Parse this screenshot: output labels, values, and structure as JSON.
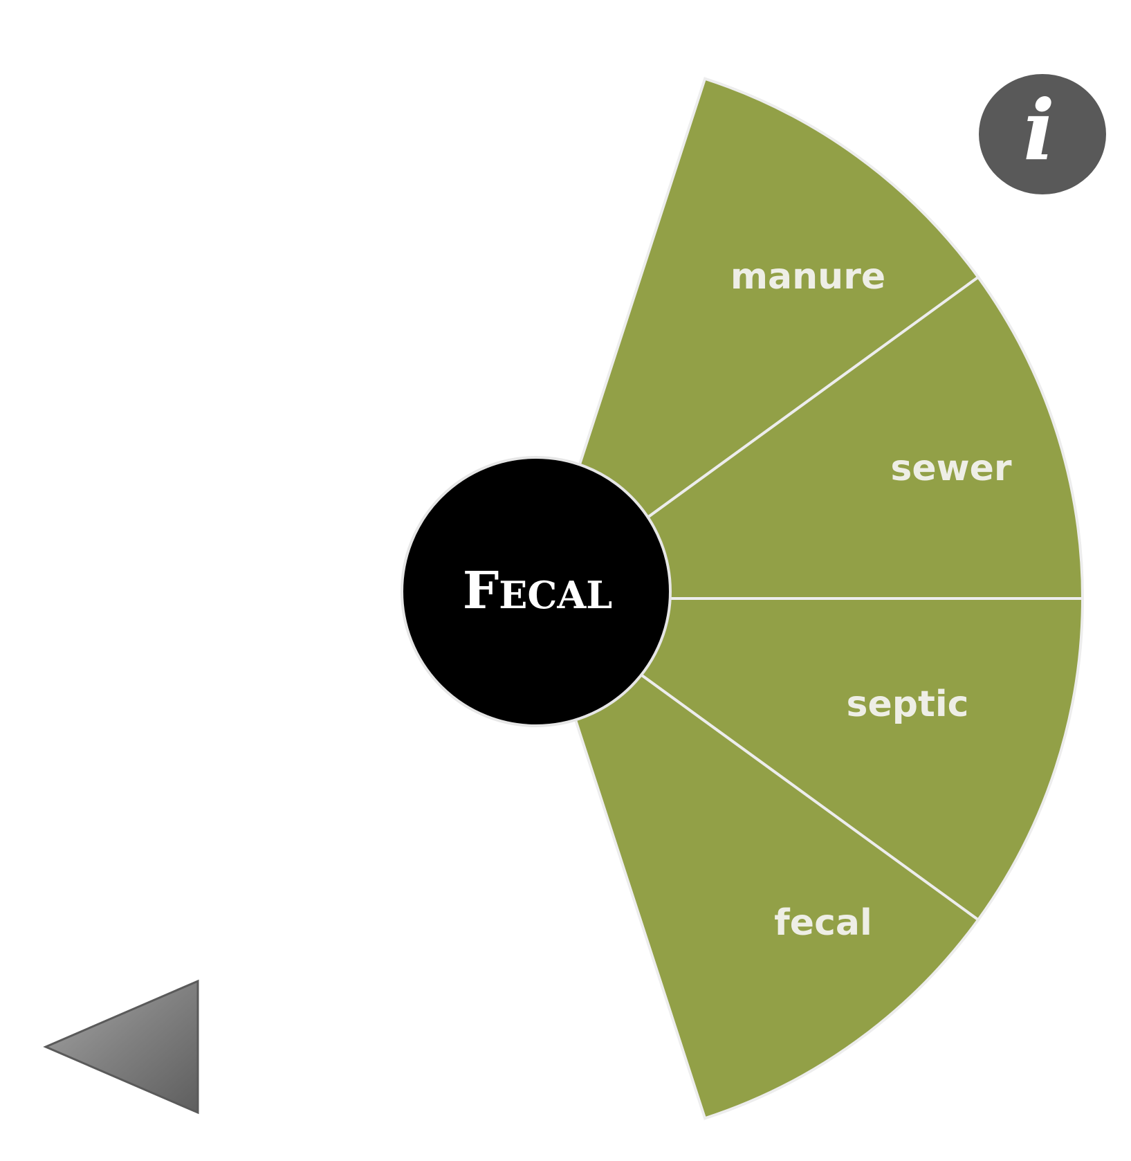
{
  "center": {
    "title": "Fecal"
  },
  "segments": [
    {
      "label": "manure"
    },
    {
      "label": "sewer"
    },
    {
      "label": "septic"
    },
    {
      "label": "fecal"
    }
  ],
  "colors": {
    "segment_fill": "#92a047",
    "segment_stroke": "#ededed",
    "center_fill": "#000000",
    "info_button_fill": "#595959",
    "back_button_fill": "#808080"
  },
  "icons": {
    "info": "info-icon",
    "back": "back-arrow-icon"
  }
}
